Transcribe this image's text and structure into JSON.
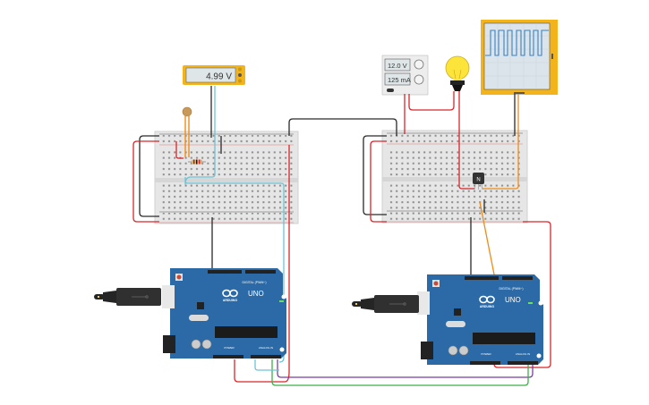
{
  "app": {
    "view": "circuit-schematic-canvas"
  },
  "multimeter": {
    "reading": "4.99 V"
  },
  "power_supply": {
    "voltage": "12.0 V",
    "current": "125 mA"
  },
  "oscilloscope": {
    "label": "",
    "waveform": "square"
  },
  "arduinos": [
    {
      "brand": "ARDUINO",
      "model": "UNO",
      "digital_label": "DIGITAL (PWM~)",
      "power_label": "POWER",
      "analog_label": "ANALOG IN"
    },
    {
      "brand": "ARDUINO",
      "model": "UNO",
      "digital_label": "DIGITAL (PWM~)",
      "power_label": "POWER",
      "analog_label": "ANALOG IN"
    }
  ],
  "transistor": {
    "label": "N"
  },
  "colors": {
    "board_blue": "#2b6aa6",
    "wire_red": "#d7262b",
    "wire_black": "#2a2a2a",
    "wire_cyan": "#6cc3d5",
    "wire_orange": "#ee8c1a",
    "wire_green": "#3fae49",
    "wire_purple": "#7a3fa0",
    "meter_frame": "#f2b31b"
  }
}
